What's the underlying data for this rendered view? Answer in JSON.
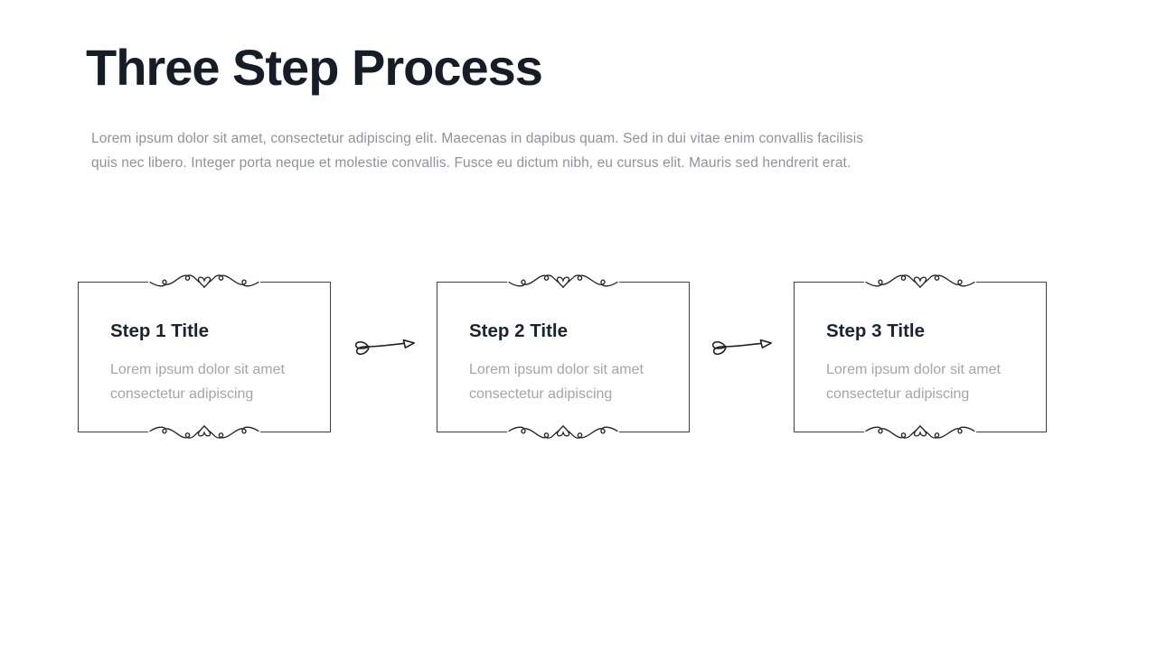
{
  "slide": {
    "title": "Three Step Process",
    "subtitle_lines": [
      "Lorem ipsum dolor sit amet, consectetur adipiscing elit. Maecenas in dapibus quam. Sed in dui vitae enim convallis facilisis",
      "quis nec libero. Integer porta neque et molestie convallis. Fusce eu dictum nibh, eu cursus elit. Mauris sed hendrerit erat."
    ]
  },
  "steps": [
    {
      "title": "Step 1 Title",
      "body_lines": [
        "Lorem ipsum dolor sit amet",
        "consectetur adipiscing"
      ]
    },
    {
      "title": "Step 2 Title",
      "body_lines": [
        "Lorem ipsum dolor sit amet",
        "consectetur adipiscing"
      ]
    },
    {
      "title": "Step 3 Title",
      "body_lines": [
        "Lorem ipsum dolor sit amet",
        "consectetur adipiscing"
      ]
    }
  ],
  "icons": {
    "box_top_ornament": "flourish-divider-icon",
    "box_bottom_ornament": "flourish-divider-icon",
    "connector": "hand-drawn-arrow-icon"
  },
  "colors": {
    "background": "#ffffff",
    "title_text": "#161d27",
    "step_title_text": "#1b2430",
    "subtitle_text": "#8e939a",
    "box_body_text": "#a5a5a5",
    "box_border": "#404040",
    "ink": "#222222"
  }
}
